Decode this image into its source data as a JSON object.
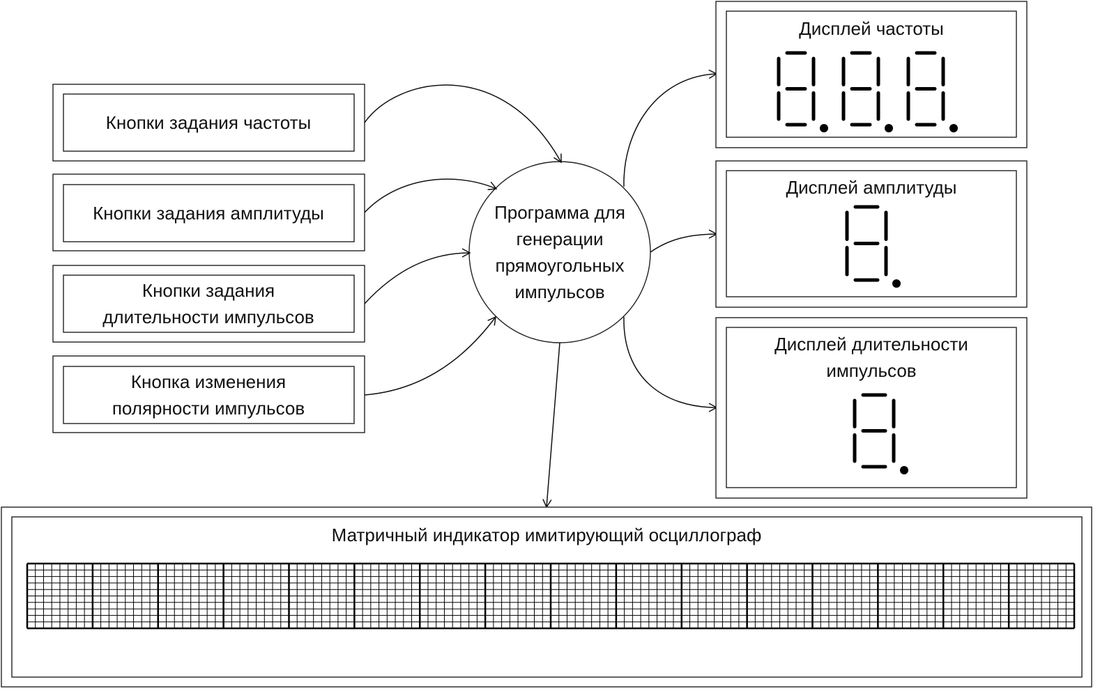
{
  "inputs": [
    {
      "id": "freq-buttons",
      "lines": [
        "Кнопки задания частоты"
      ]
    },
    {
      "id": "amp-buttons",
      "lines": [
        "Кнопки задания амплитуды"
      ]
    },
    {
      "id": "width-buttons",
      "lines": [
        "Кнопки задания",
        "длительности импульсов"
      ]
    },
    {
      "id": "polarity-button",
      "lines": [
        "Кнопка изменения",
        "полярности импульсов"
      ]
    }
  ],
  "program": {
    "lines": [
      "Программа для",
      "генерации",
      "прямоугольных",
      "импульсов"
    ]
  },
  "displays": [
    {
      "id": "freq-display",
      "lines": [
        "Дисплей частоты"
      ],
      "digits": 3
    },
    {
      "id": "amp-display",
      "lines": [
        "Дисплей амплитуды"
      ],
      "digits": 1
    },
    {
      "id": "width-display",
      "lines": [
        "Дисплей длительности",
        "импульсов"
      ],
      "digits": 1
    }
  ],
  "matrix": {
    "title": "Матричный индикатор имитирующий осциллограф",
    "modules": 16,
    "cols_per_module": 8,
    "rows": 10
  }
}
